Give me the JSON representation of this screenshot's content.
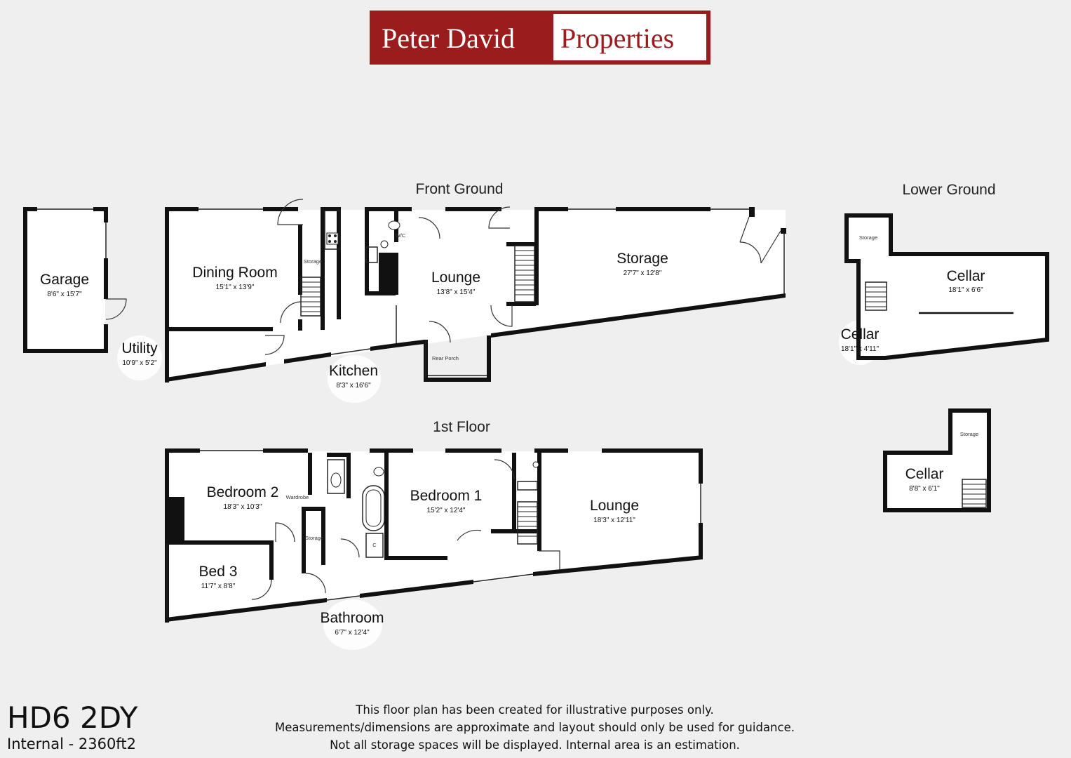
{
  "brand": {
    "name_left": "Peter David",
    "name_right": "Properties"
  },
  "floors": {
    "front_ground": "Front Ground",
    "lower_ground": "Lower Ground",
    "first_floor": "1st Floor"
  },
  "rooms": {
    "garage": {
      "name": "Garage",
      "dim": "8'6\" x 15'7\""
    },
    "utility": {
      "name": "Utility",
      "dim": "10'9\" x 5'2\""
    },
    "dining_room": {
      "name": "Dining Room",
      "dim": "15'1\" x 13'9\""
    },
    "kitchen": {
      "name": "Kitchen",
      "dim": "8'3\" x 16'6\""
    },
    "lounge_ground": {
      "name": "Lounge",
      "dim": "13'8\" x 15'4\""
    },
    "storage_ground": {
      "name": "Storage",
      "dim": "27'7\" x 12'8\""
    },
    "cellar_a": {
      "name": "Cellar",
      "dim": "18'1\" x 6'6\""
    },
    "cellar_b": {
      "name": "Cellar",
      "dim": "18'1\" x 4'11\""
    },
    "cellar_c": {
      "name": "Cellar",
      "dim": "8'8\" x 6'1\""
    },
    "bedroom_2": {
      "name": "Bedroom 2",
      "dim": "18'3\" x 10'3\""
    },
    "bed_3": {
      "name": "Bed 3",
      "dim": "11'7\" x 8'8\""
    },
    "bathroom": {
      "name": "Bathroom",
      "dim": "6'7\" x 12'4\""
    },
    "bedroom_1": {
      "name": "Bedroom 1",
      "dim": "15'2\" x 12'4\""
    },
    "lounge_first": {
      "name": "Lounge",
      "dim": "18'3\" x 12'11\""
    }
  },
  "small_labels": {
    "storage": "Storage",
    "wc": "W/C",
    "rear_porch": "Rear Porch",
    "wardrobe": "Wardrobe",
    "cupboard": "C"
  },
  "property": {
    "postcode": "HD6 2DY",
    "internal_area": "Internal - 2360ft2"
  },
  "disclaimer": [
    "This floor plan has been created for illustrative purposes only.",
    "Measurements/dimensions are approximate and layout should only be used for guidance.",
    "Not all storage spaces will be displayed. Internal area is an estimation."
  ]
}
